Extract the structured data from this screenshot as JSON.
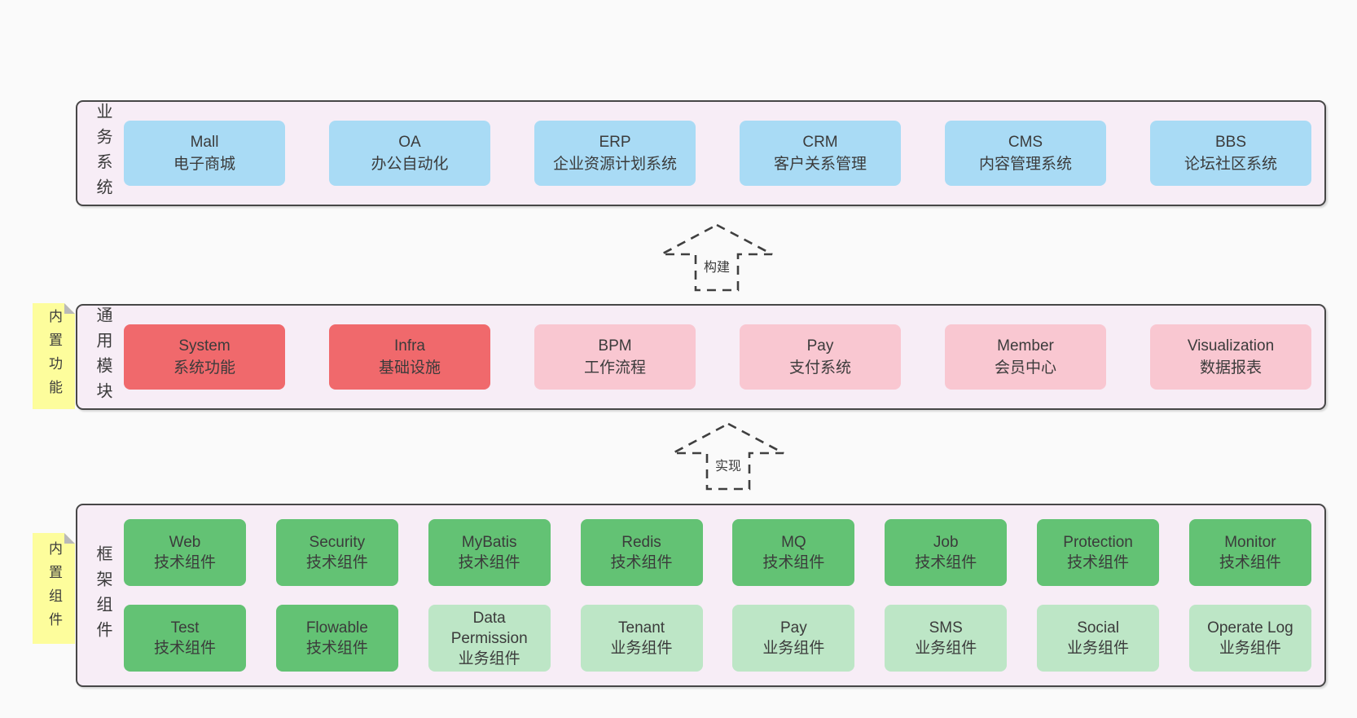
{
  "colors": {
    "page_bg": "#fafafa",
    "panel_bg": "#f7edf6",
    "panel_border": "#474747",
    "box_blue": "#a9dbf5",
    "box_red": "#f0696c",
    "box_pink": "#f9c7d1",
    "box_green": "#63c274",
    "box_light_green": "#bde6c6",
    "note_bg": "#fdfd9c",
    "note_fold": "#b9b9b9",
    "text": "#3b3b3b",
    "arrow": "#3f3f3f"
  },
  "layers": {
    "business": {
      "label": "业务系统",
      "boxes": [
        {
          "title": "Mall",
          "subtitle": "电子商城"
        },
        {
          "title": "OA",
          "subtitle": "办公自动化"
        },
        {
          "title": "ERP",
          "subtitle": "企业资源计划系统"
        },
        {
          "title": "CRM",
          "subtitle": "客户关系管理"
        },
        {
          "title": "CMS",
          "subtitle": "内容管理系统"
        },
        {
          "title": "BBS",
          "subtitle": "论坛社区系统"
        }
      ]
    },
    "modules": {
      "label": "通用模块",
      "note": "内置功能",
      "boxes": [
        {
          "title": "System",
          "subtitle": "系统功能"
        },
        {
          "title": "Infra",
          "subtitle": "基础设施"
        },
        {
          "title": "BPM",
          "subtitle": "工作流程"
        },
        {
          "title": "Pay",
          "subtitle": "支付系统"
        },
        {
          "title": "Member",
          "subtitle": "会员中心"
        },
        {
          "title": "Visualization",
          "subtitle": "数据报表"
        }
      ]
    },
    "framework": {
      "label": "框架组件",
      "note": "内置组件",
      "row1": [
        {
          "title": "Web",
          "subtitle": "技术组件"
        },
        {
          "title": "Security",
          "subtitle": "技术组件"
        },
        {
          "title": "MyBatis",
          "subtitle": "技术组件"
        },
        {
          "title": "Redis",
          "subtitle": "技术组件"
        },
        {
          "title": "MQ",
          "subtitle": "技术组件"
        },
        {
          "title": "Job",
          "subtitle": "技术组件"
        },
        {
          "title": "Protection",
          "subtitle": "技术组件"
        },
        {
          "title": "Monitor",
          "subtitle": "技术组件"
        }
      ],
      "row2": [
        {
          "title": "Test",
          "subtitle": "技术组件"
        },
        {
          "title": "Flowable",
          "subtitle": "技术组件"
        },
        {
          "title": "Data Permission",
          "subtitle": "业务组件"
        },
        {
          "title": "Tenant",
          "subtitle": "业务组件"
        },
        {
          "title": "Pay",
          "subtitle": "业务组件"
        },
        {
          "title": "SMS",
          "subtitle": "业务组件"
        },
        {
          "title": "Social",
          "subtitle": "业务组件"
        },
        {
          "title": "Operate Log",
          "subtitle": "业务组件"
        }
      ]
    }
  },
  "arrows": {
    "build": "构建",
    "implement": "实现"
  }
}
